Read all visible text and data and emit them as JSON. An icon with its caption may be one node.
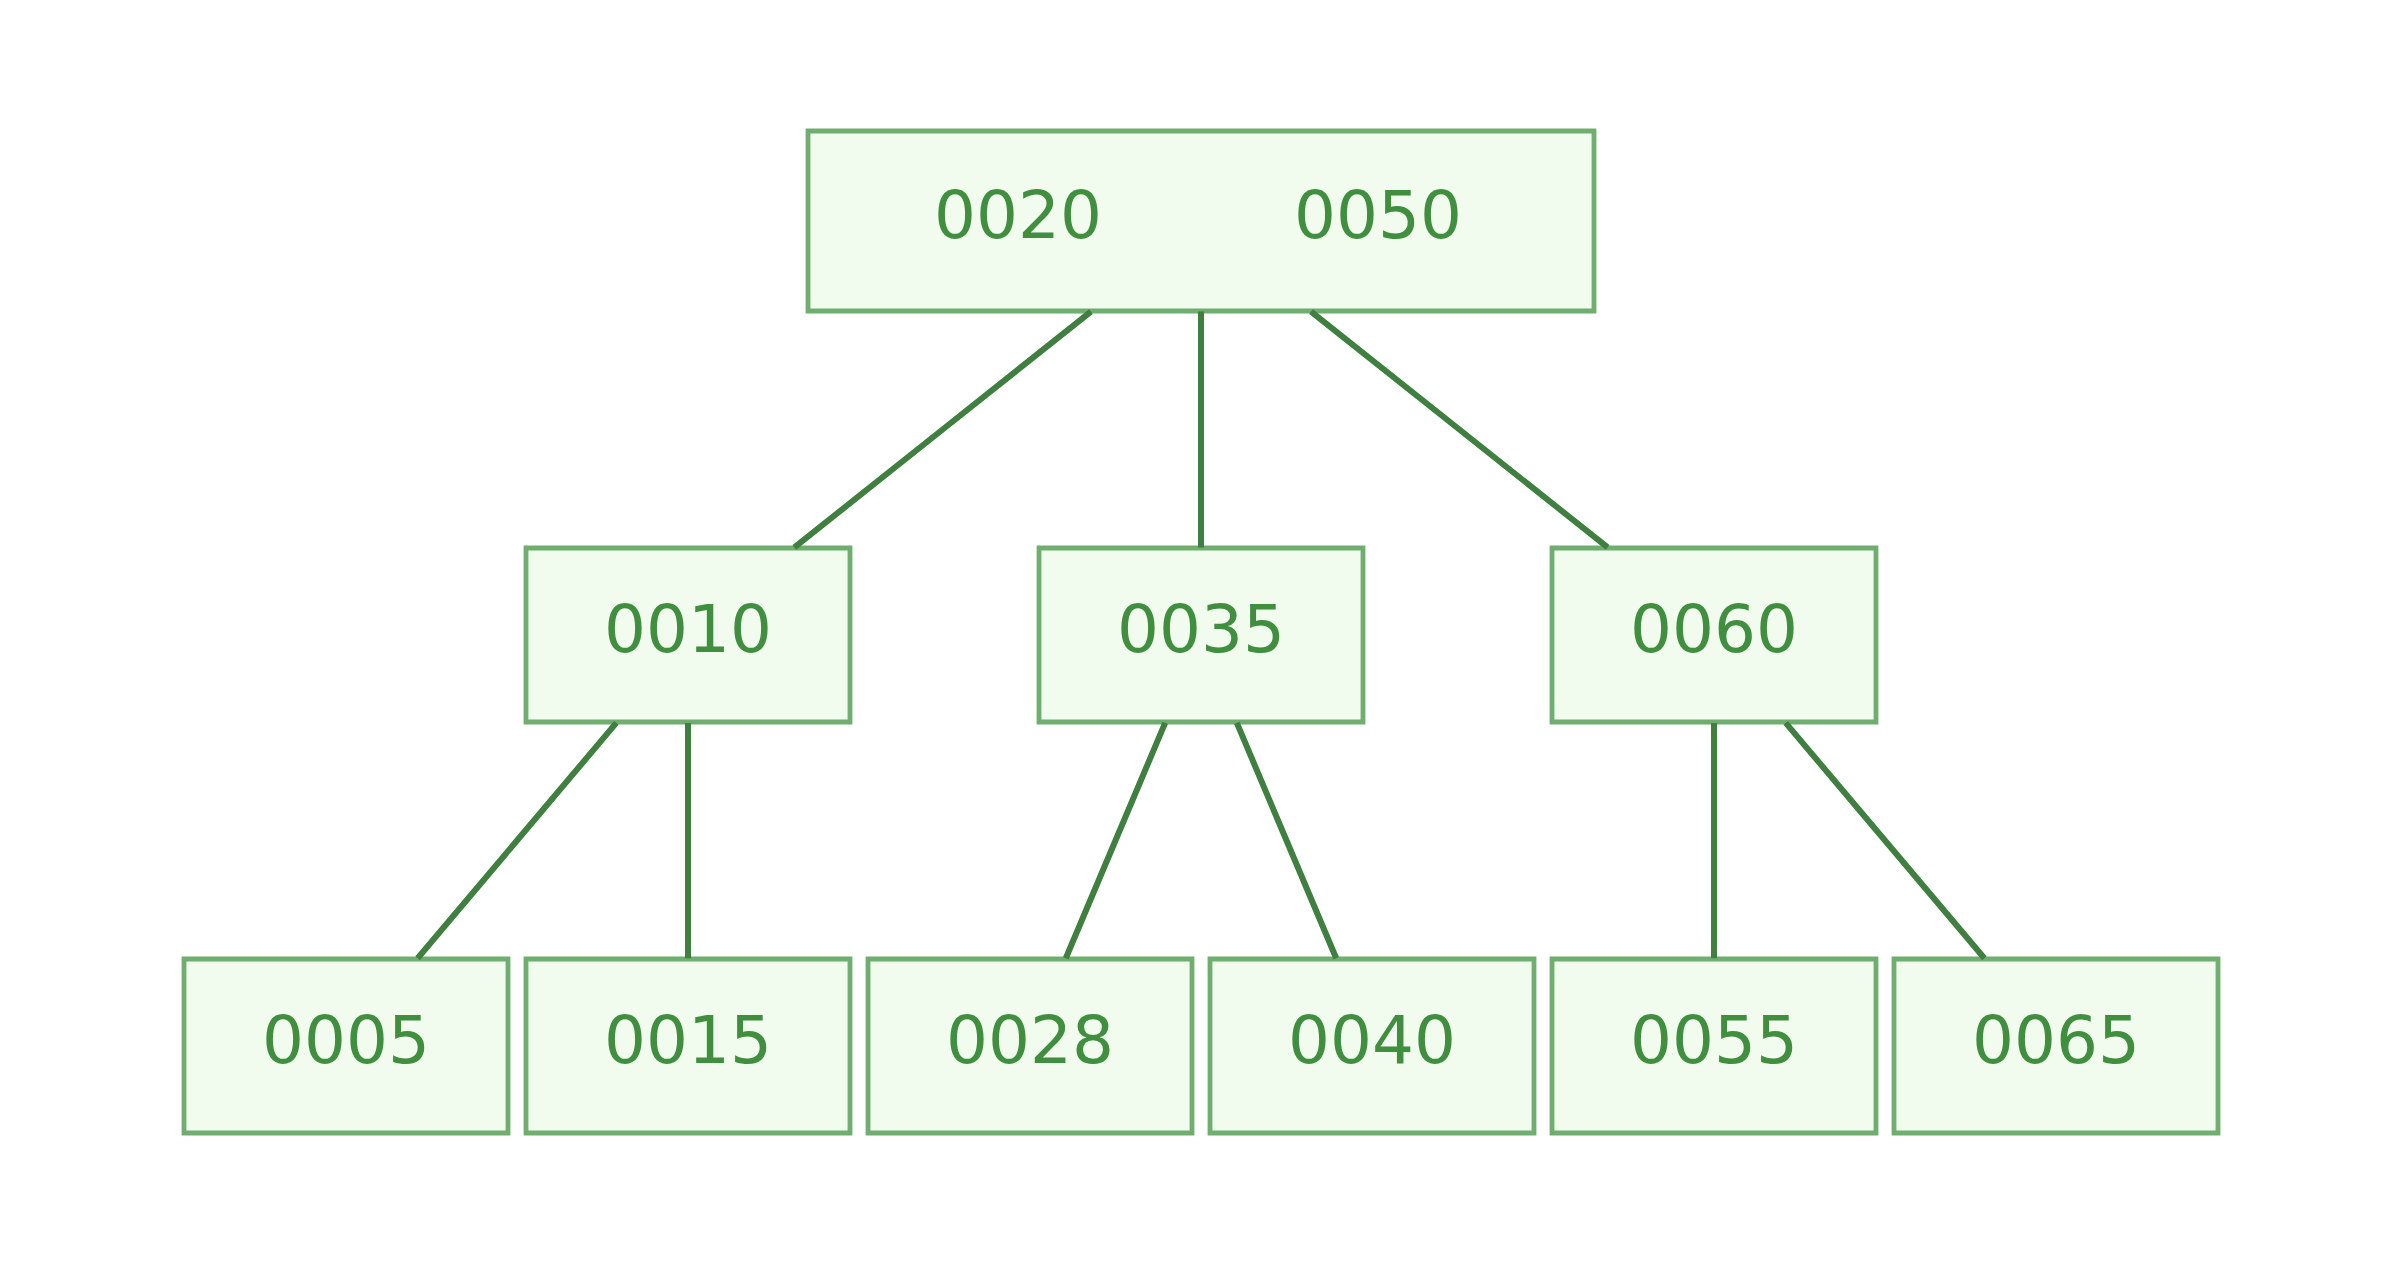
{
  "diagram": {
    "nodes": [
      {
        "text": [
          "0020",
          "0050"
        ]
      },
      {
        "text": [
          "0010"
        ]
      },
      {
        "text": [
          "0035"
        ]
      },
      {
        "text": [
          "0060"
        ]
      },
      {
        "text": [
          "0005"
        ]
      },
      {
        "text": [
          "0015"
        ]
      },
      {
        "text": [
          "0028"
        ]
      },
      {
        "text": [
          "0040"
        ]
      },
      {
        "text": [
          "0055"
        ]
      },
      {
        "text": [
          "0065"
        ]
      }
    ],
    "edges": [
      {
        "from": 0,
        "to": 1,
        "arrow": "none"
      },
      {
        "from": 0,
        "to": 2,
        "arrow": "none"
      },
      {
        "from": 0,
        "to": 3,
        "arrow": "none"
      },
      {
        "from": 1,
        "to": 4,
        "arrow": "none"
      },
      {
        "from": 1,
        "to": 5,
        "arrow": "none"
      },
      {
        "from": 2,
        "to": 6,
        "arrow": "none"
      },
      {
        "from": 2,
        "to": 7,
        "arrow": "none"
      },
      {
        "from": 3,
        "to": 8,
        "arrow": "none"
      },
      {
        "from": 3,
        "to": 9,
        "arrow": "none"
      }
    ]
  }
}
